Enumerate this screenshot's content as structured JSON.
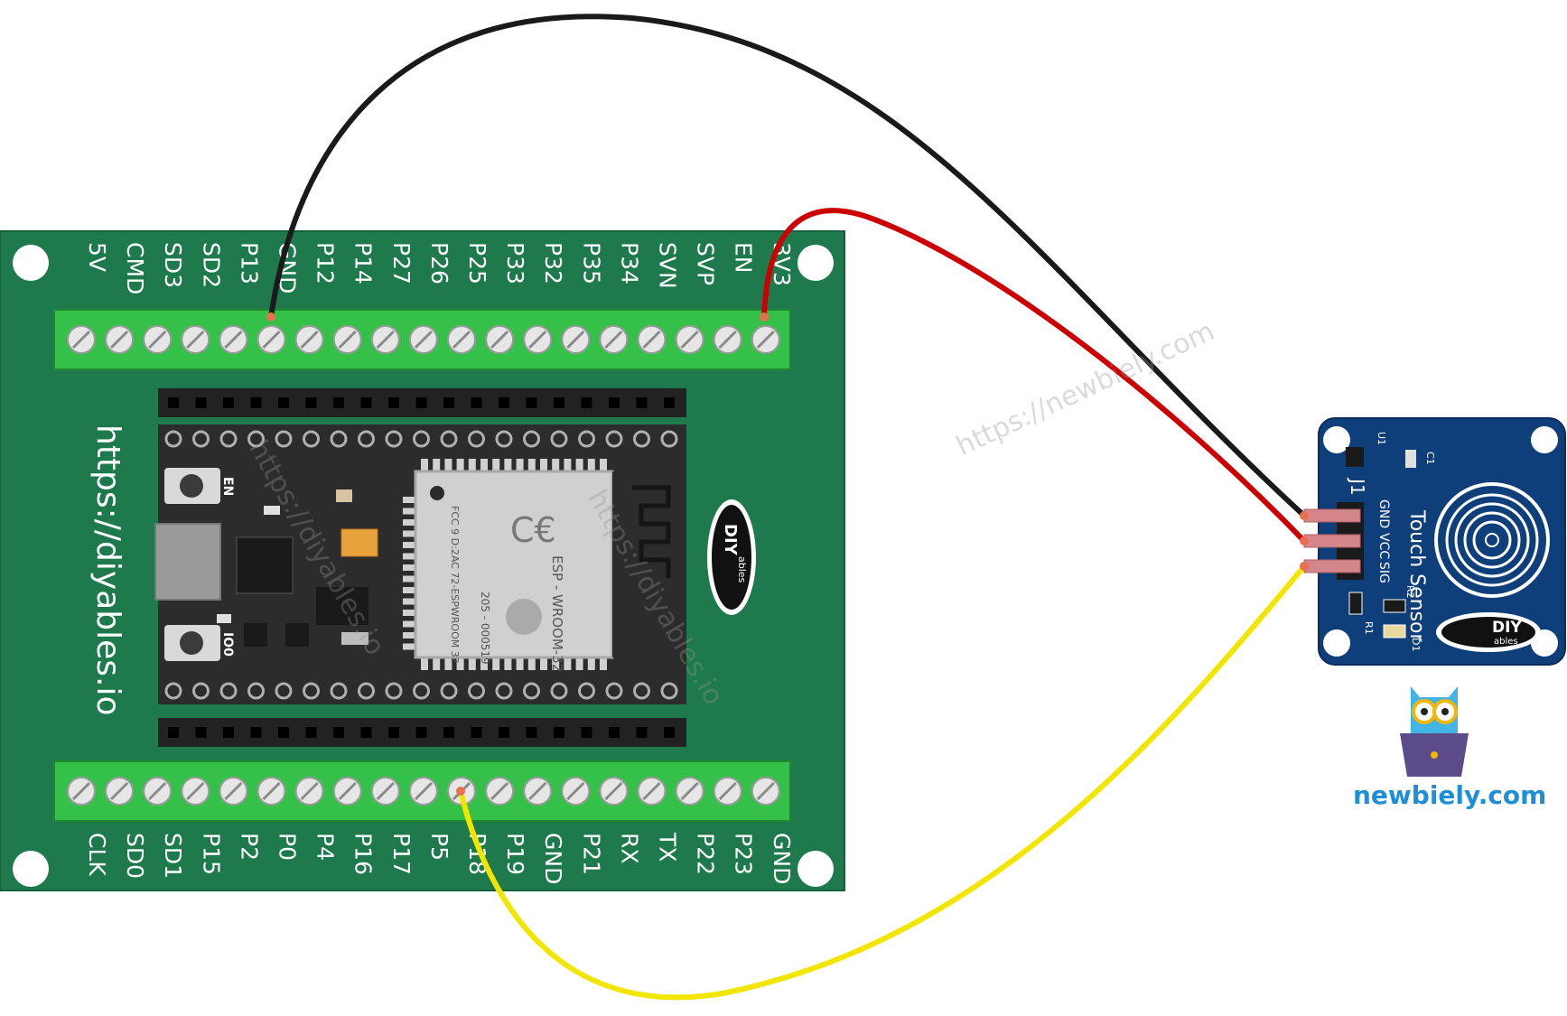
{
  "board": {
    "url_text": "https://diyables.io",
    "top_pins": [
      "5V",
      "CMD",
      "SD3",
      "SD2",
      "P13",
      "GND",
      "P12",
      "P14",
      "P27",
      "P26",
      "P25",
      "P33",
      "P32",
      "P35",
      "P34",
      "SVN",
      "SVP",
      "EN",
      "3V3"
    ],
    "bottom_pins": [
      "CLK",
      "SD0",
      "SD1",
      "P15",
      "P2",
      "P0",
      "P4",
      "P16",
      "P17",
      "P5",
      "P18",
      "P19",
      "GND",
      "P21",
      "RX",
      "TX",
      "P22",
      "P23",
      "GND"
    ],
    "button_en": "EN",
    "button_io0": "IO0",
    "module_text": [
      "ESP - WROOM-32",
      "205 - 000519",
      "FCC 9 D:2AC 72-ESPWROOM 32"
    ],
    "logo_text": "DIY",
    "logo_sub": "ables"
  },
  "sensor": {
    "connector_label": "J1",
    "pin_labels": [
      "GND",
      "VCC",
      "SIG"
    ],
    "title": "Touch Sensor",
    "parts": [
      "U1",
      "C1",
      "R1",
      "R2",
      "D1"
    ],
    "logo_text": "DIY",
    "logo_sub": "ables"
  },
  "wires": [
    {
      "from": "GND",
      "to": "GND",
      "color": "#1a1a1a"
    },
    {
      "from": "3V3",
      "to": "VCC",
      "color": "#cc0000"
    },
    {
      "from": "P18",
      "to": "SIG",
      "color": "#f2e600"
    }
  ],
  "watermark": "https://newbiely.com",
  "brand": {
    "name": "newbiely.com"
  }
}
